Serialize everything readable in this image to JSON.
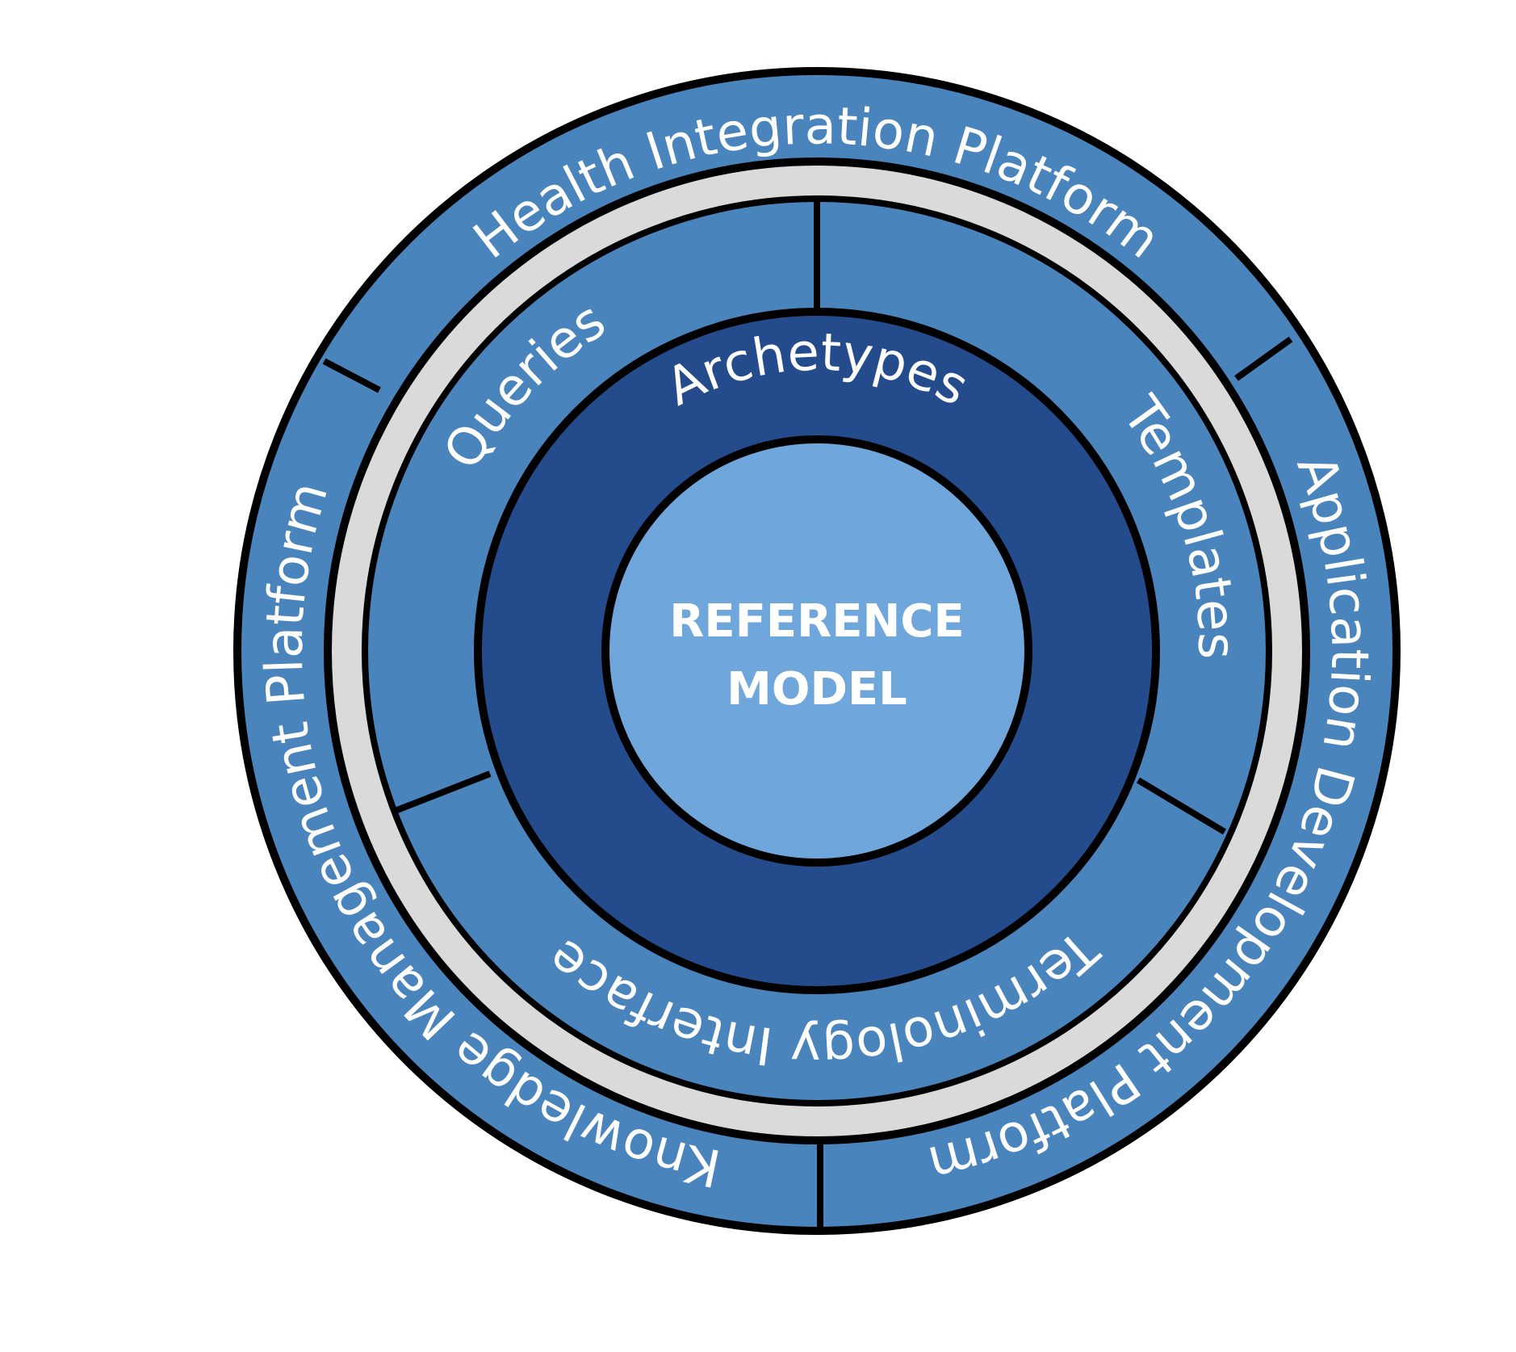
{
  "colors": {
    "outer_ring": "#4a84bd",
    "middle_ring": "#4a84bd",
    "inner_ring": "#244c8c",
    "core": "#6fa6dc",
    "separator": "#dadada",
    "outline": "#000000",
    "text": "#ffffff"
  },
  "outer_ring": {
    "top": "Health Integration Platform",
    "right": "Application Development Platform",
    "left": "Knowledge Management Platform"
  },
  "middle_ring": {
    "left": "Queries",
    "right": "Templates",
    "bottom": "Terminology Interface"
  },
  "inner_ring": {
    "label": "Archetypes"
  },
  "core": {
    "line1": "REFERENCE",
    "line2": "MODEL"
  }
}
